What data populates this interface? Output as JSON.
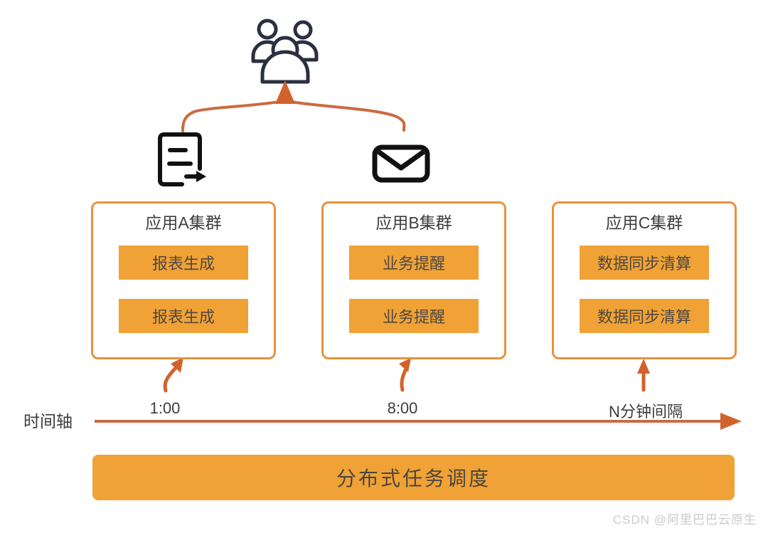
{
  "colors": {
    "orange_fill": "#F0A236",
    "box_border": "#E8923C",
    "connector_line": "#C96B41",
    "arrow_orange": "#D2622C",
    "icon_navy": "#2B3040",
    "icon_black": "#111111",
    "text_dark": "#3D3D3F",
    "task_text": "#4E4840",
    "watermark_gray": "#CBCBCB"
  },
  "icons": {
    "users": "users-icon",
    "document_export": "document-export-icon",
    "mail": "mail-icon"
  },
  "clusters": [
    {
      "title": "应用A集群",
      "tasks": [
        "报表生成",
        "报表生成"
      ]
    },
    {
      "title": "应用B集群",
      "tasks": [
        "业务提醒",
        "业务提醒"
      ]
    },
    {
      "title": "应用C集群",
      "tasks": [
        "数据同步清算",
        "数据同步清算"
      ]
    }
  ],
  "timeline": {
    "axis_label": "时间轴",
    "ticks": [
      "1:00",
      "8:00",
      "N分钟间隔"
    ]
  },
  "footer": {
    "title": "分布式任务调度"
  },
  "watermark": "CSDN @阿里巴巴云原生"
}
